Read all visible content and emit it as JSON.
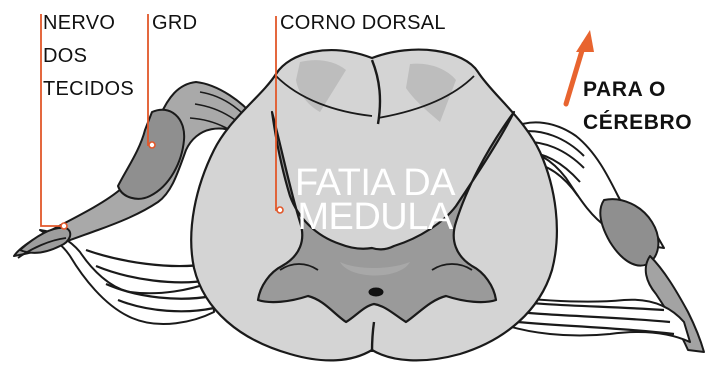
{
  "diagram": {
    "labels": {
      "tissue_nerve": [
        "NERVO",
        "DOS",
        "TECIDOS"
      ],
      "grd": "GRD",
      "dorsal_horn": "CORNO DORSAL",
      "to_brain": [
        "PARA O",
        "CÉREBRO"
      ],
      "slice": [
        "FATIA DA",
        "MEDULA"
      ]
    },
    "colors": {
      "leader_line": "#e2572a",
      "arrow": "#e8642f",
      "white_matter": "#d4d4d4",
      "gray_matter": "#9a9a9a",
      "ganglion": "#8f8f8f",
      "outline": "#1a1a1a"
    }
  }
}
